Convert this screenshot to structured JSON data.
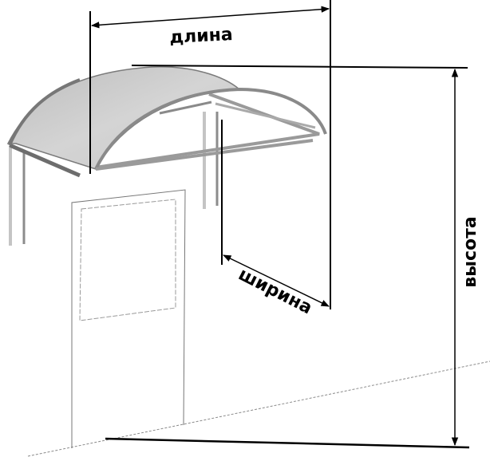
{
  "diagram": {
    "subject": "arched door canopy",
    "labels": {
      "length": "длина",
      "width": "ширина",
      "height": "высота"
    },
    "colors": {
      "background": "#ffffff",
      "dimension_line": "#000000",
      "roof_fill": "#cfcfcf",
      "frame": "#8a8a8a",
      "wall_line": "#9a9a9a"
    }
  }
}
